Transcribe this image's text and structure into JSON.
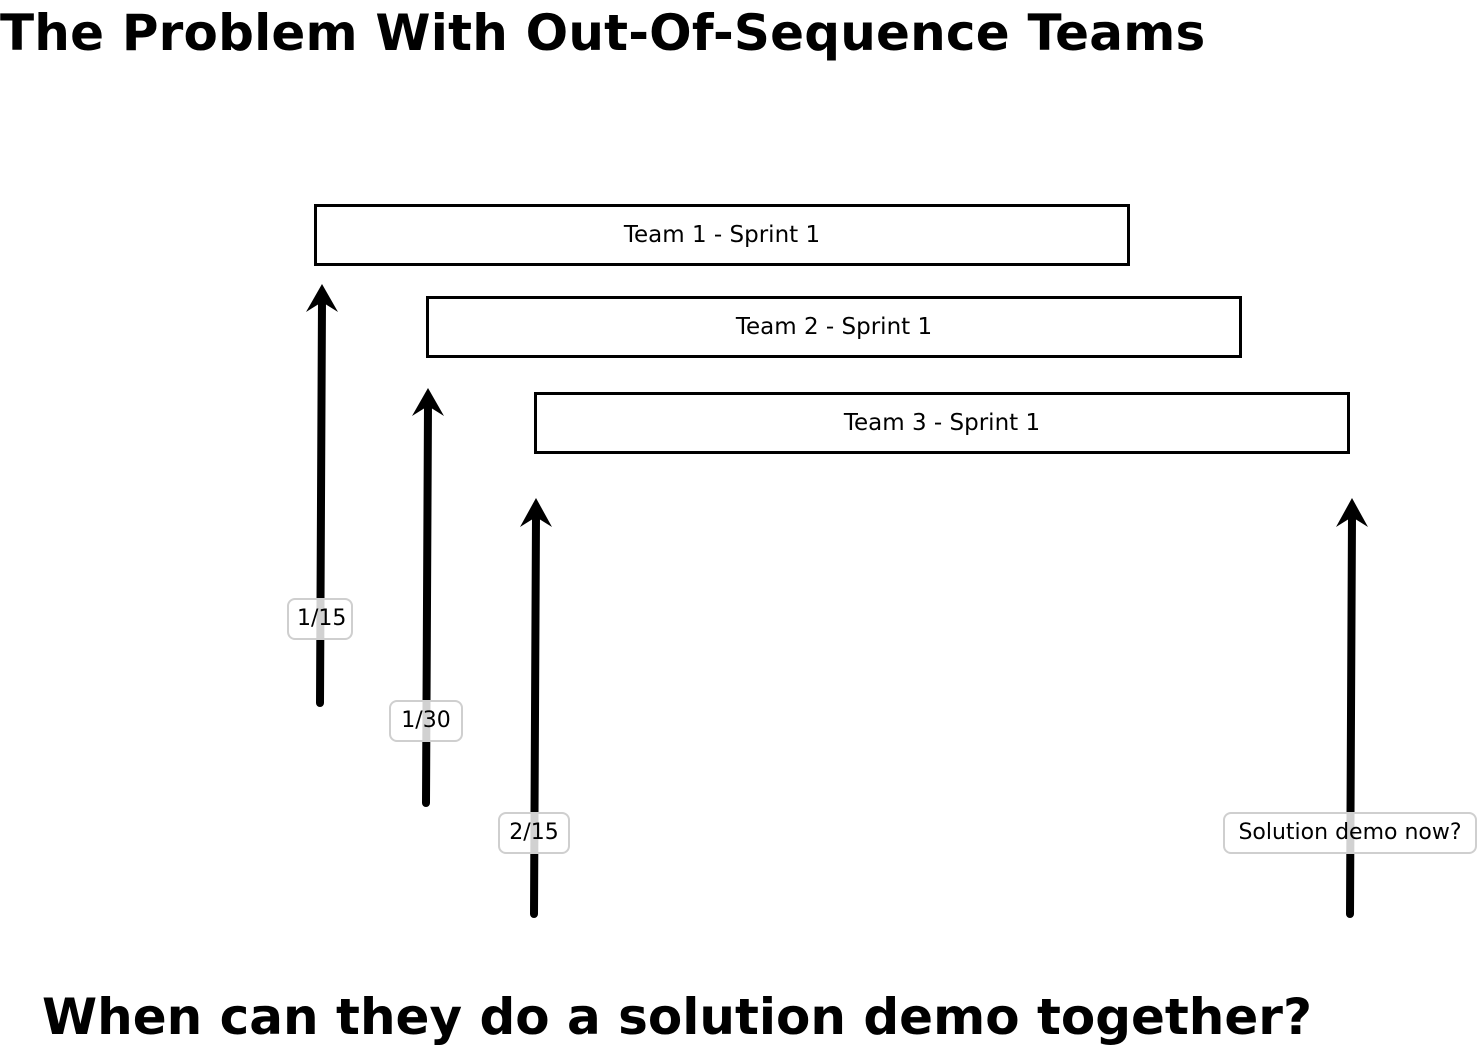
{
  "title": "The Problem With Out-Of-Sequence Teams",
  "sprints": [
    {
      "label": "Team 1 - Sprint 1"
    },
    {
      "label": "Team 2 - Sprint 1"
    },
    {
      "label": "Team 3 - Sprint 1"
    }
  ],
  "milestones": [
    {
      "label": "1/15"
    },
    {
      "label": "1/30"
    },
    {
      "label": "2/15"
    },
    {
      "label": "Solution demo now?"
    }
  ],
  "question": "When can they do a solution demo together?",
  "colors": {
    "ink": "#000000",
    "background": "#ffffff",
    "tag_border": "#cfcfcf"
  }
}
